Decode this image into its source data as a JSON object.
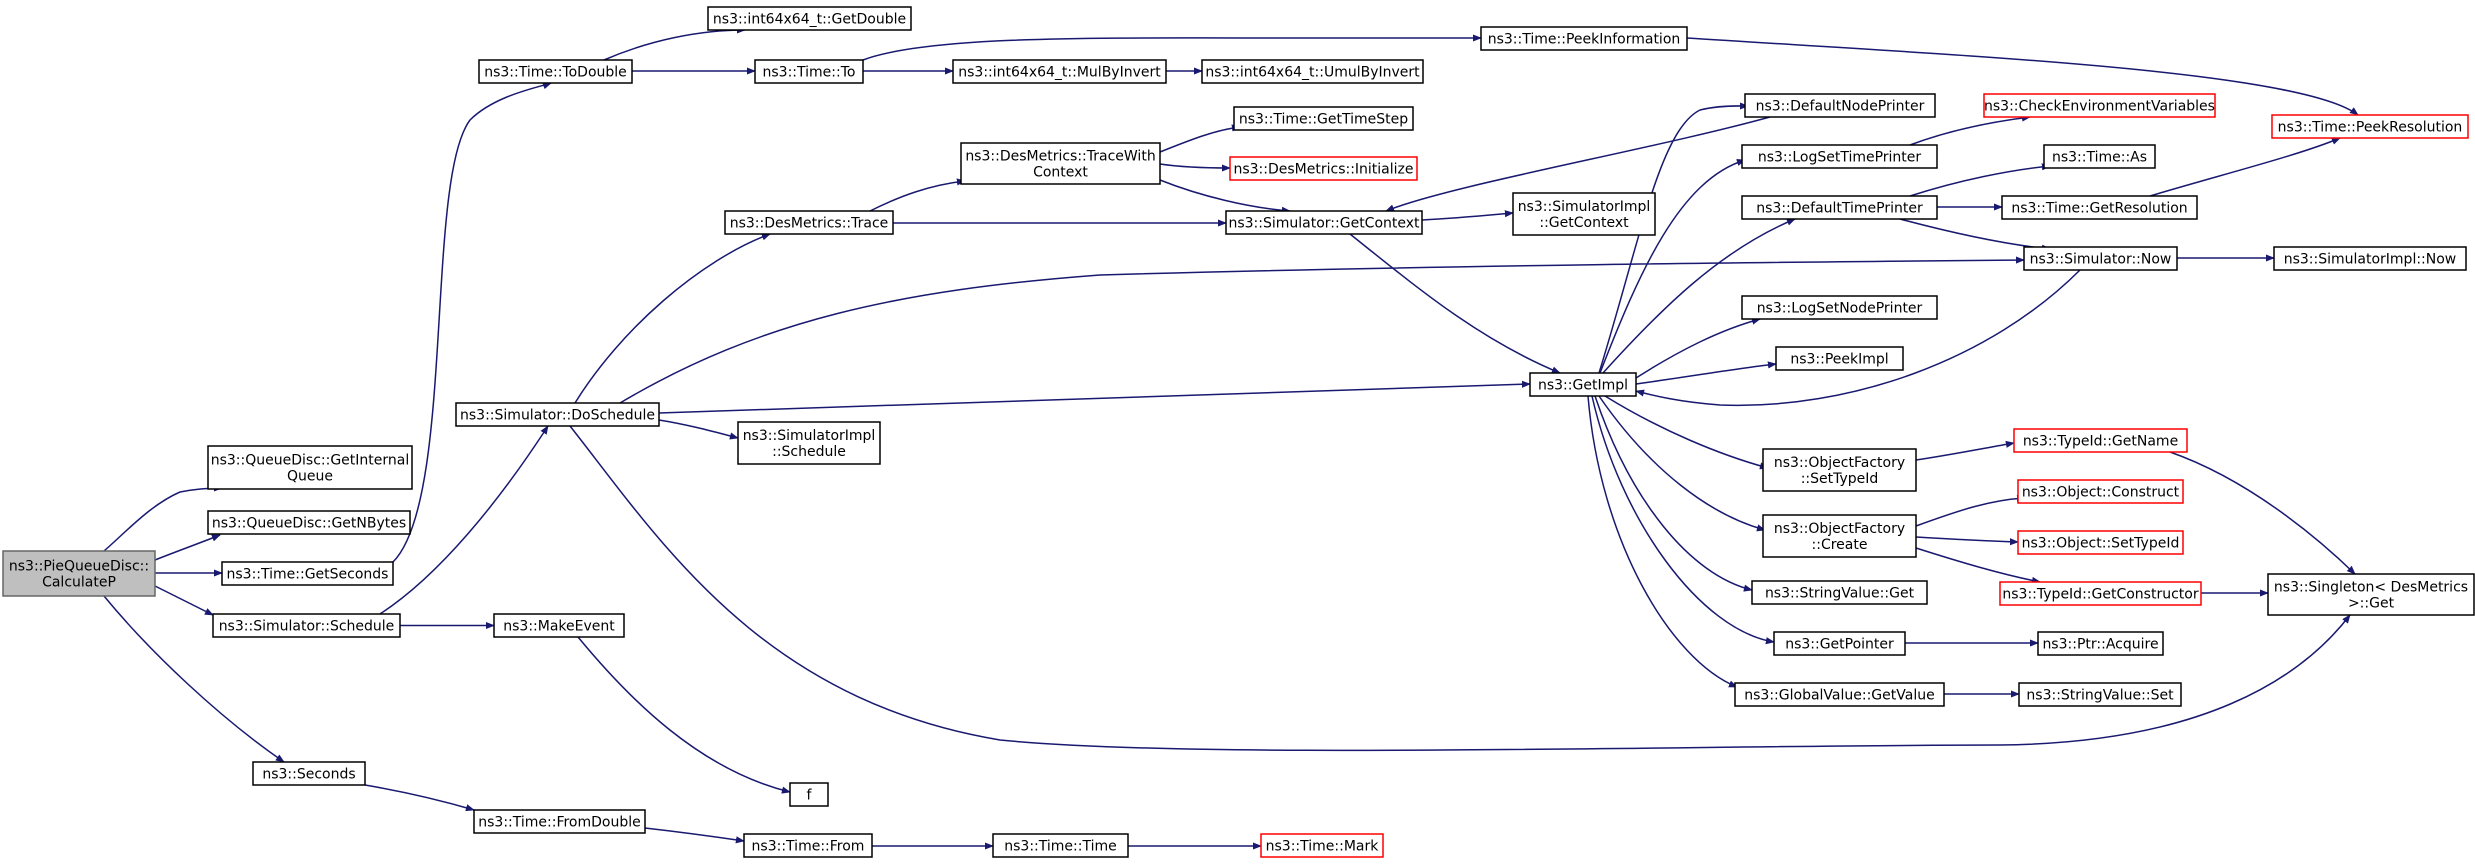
{
  "edge_color": "#191970",
  "highlight_border_color": "#ff0000",
  "root_fill_color": "#bfbfbf",
  "nodes": [
    {
      "id": "calcP",
      "lines": [
        "ns3::PieQueueDisc::",
        "CalculateP"
      ],
      "style": "root"
    },
    {
      "id": "getInternal",
      "lines": [
        "ns3::QueueDisc::GetInternal",
        "Queue"
      ],
      "style": "normal"
    },
    {
      "id": "getNBytes",
      "lines": [
        "ns3::QueueDisc::GetNBytes"
      ],
      "style": "normal"
    },
    {
      "id": "getSeconds",
      "lines": [
        "ns3::Time::GetSeconds"
      ],
      "style": "normal"
    },
    {
      "id": "schedule",
      "lines": [
        "ns3::Simulator::Schedule"
      ],
      "style": "normal"
    },
    {
      "id": "seconds",
      "lines": [
        "ns3::Seconds"
      ],
      "style": "normal"
    },
    {
      "id": "toDouble",
      "lines": [
        "ns3::Time::ToDouble"
      ],
      "style": "normal"
    },
    {
      "id": "doSchedule",
      "lines": [
        "ns3::Simulator::DoSchedule"
      ],
      "style": "normal"
    },
    {
      "id": "makeEvent",
      "lines": [
        "ns3::MakeEvent"
      ],
      "style": "normal"
    },
    {
      "id": "fromDouble",
      "lines": [
        "ns3::Time::FromDouble"
      ],
      "style": "normal"
    },
    {
      "id": "i64GetDouble",
      "lines": [
        "ns3::int64x64_t::GetDouble"
      ],
      "style": "normal"
    },
    {
      "id": "timeTo",
      "lines": [
        "ns3::Time::To"
      ],
      "style": "normal"
    },
    {
      "id": "desTrace",
      "lines": [
        "ns3::DesMetrics::Trace"
      ],
      "style": "normal"
    },
    {
      "id": "simImplSchedule",
      "lines": [
        "ns3::SimulatorImpl",
        "::Schedule"
      ],
      "style": "normal"
    },
    {
      "id": "f",
      "lines": [
        "f"
      ],
      "style": "normal"
    },
    {
      "id": "timeFrom",
      "lines": [
        "ns3::Time::From"
      ],
      "style": "normal"
    },
    {
      "id": "peekInfo",
      "lines": [
        "ns3::Time::PeekInformation"
      ],
      "style": "normal"
    },
    {
      "id": "mulByInvert",
      "lines": [
        "ns3::int64x64_t::MulByInvert"
      ],
      "style": "normal"
    },
    {
      "id": "umulByInvert",
      "lines": [
        "ns3::int64x64_t::UmulByInvert"
      ],
      "style": "normal"
    },
    {
      "id": "traceWithContext",
      "lines": [
        "ns3::DesMetrics::TraceWith",
        "Context"
      ],
      "style": "normal"
    },
    {
      "id": "getTimeStep",
      "lines": [
        "ns3::Time::GetTimeStep"
      ],
      "style": "normal"
    },
    {
      "id": "desInit",
      "lines": [
        "ns3::DesMetrics::Initialize"
      ],
      "style": "red"
    },
    {
      "id": "getContext",
      "lines": [
        "ns3::Simulator::GetContext"
      ],
      "style": "normal"
    },
    {
      "id": "simImplGetContext",
      "lines": [
        "ns3::SimulatorImpl",
        "::GetContext"
      ],
      "style": "normal"
    },
    {
      "id": "timeTime",
      "lines": [
        "ns3::Time::Time"
      ],
      "style": "normal"
    },
    {
      "id": "timeMark",
      "lines": [
        "ns3::Time::Mark"
      ],
      "style": "red"
    },
    {
      "id": "getImpl",
      "lines": [
        "ns3::GetImpl"
      ],
      "style": "normal"
    },
    {
      "id": "defNodePrinter",
      "lines": [
        "ns3::DefaultNodePrinter"
      ],
      "style": "normal"
    },
    {
      "id": "logSetTimePrinter",
      "lines": [
        "ns3::LogSetTimePrinter"
      ],
      "style": "normal"
    },
    {
      "id": "defTimePrinter",
      "lines": [
        "ns3::DefaultTimePrinter"
      ],
      "style": "normal"
    },
    {
      "id": "logSetNodePrinter",
      "lines": [
        "ns3::LogSetNodePrinter"
      ],
      "style": "normal"
    },
    {
      "id": "peekImpl",
      "lines": [
        "ns3::PeekImpl"
      ],
      "style": "normal"
    },
    {
      "id": "ofSetTypeId",
      "lines": [
        "ns3::ObjectFactory",
        "::SetTypeId"
      ],
      "style": "normal"
    },
    {
      "id": "ofCreate",
      "lines": [
        "ns3::ObjectFactory",
        "::Create"
      ],
      "style": "normal"
    },
    {
      "id": "stringValueGet",
      "lines": [
        "ns3::StringValue::Get"
      ],
      "style": "normal"
    },
    {
      "id": "getPointer",
      "lines": [
        "ns3::GetPointer"
      ],
      "style": "normal"
    },
    {
      "id": "gvGetValue",
      "lines": [
        "ns3::GlobalValue::GetValue"
      ],
      "style": "normal"
    },
    {
      "id": "checkEnv",
      "lines": [
        "ns3::CheckEnvironmentVariables"
      ],
      "style": "red"
    },
    {
      "id": "timeAs",
      "lines": [
        "ns3::Time::As"
      ],
      "style": "normal"
    },
    {
      "id": "getResolution",
      "lines": [
        "ns3::Time::GetResolution"
      ],
      "style": "normal"
    },
    {
      "id": "simNow",
      "lines": [
        "ns3::Simulator::Now"
      ],
      "style": "normal"
    },
    {
      "id": "typeIdGetName",
      "lines": [
        "ns3::TypeId::GetName"
      ],
      "style": "red"
    },
    {
      "id": "objConstruct",
      "lines": [
        "ns3::Object::Construct"
      ],
      "style": "red"
    },
    {
      "id": "objSetTypeId",
      "lines": [
        "ns3::Object::SetTypeId"
      ],
      "style": "red"
    },
    {
      "id": "typeIdGetCtor",
      "lines": [
        "ns3::TypeId::GetConstructor"
      ],
      "style": "red"
    },
    {
      "id": "ptrAcquire",
      "lines": [
        "ns3::Ptr::Acquire"
      ],
      "style": "normal"
    },
    {
      "id": "stringValueSet",
      "lines": [
        "ns3::StringValue::Set"
      ],
      "style": "normal"
    },
    {
      "id": "peekResolution",
      "lines": [
        "ns3::Time::PeekResolution"
      ],
      "style": "red"
    },
    {
      "id": "simImplNow",
      "lines": [
        "ns3::SimulatorImpl::Now"
      ],
      "style": "normal"
    },
    {
      "id": "singletonGet",
      "lines": [
        "ns3::Singleton< DesMetrics",
        ">::Get"
      ],
      "style": "normal"
    }
  ],
  "edges": [
    [
      "calcP",
      "getInternal"
    ],
    [
      "calcP",
      "getNBytes"
    ],
    [
      "calcP",
      "getSeconds"
    ],
    [
      "calcP",
      "schedule"
    ],
    [
      "calcP",
      "seconds"
    ],
    [
      "getSeconds",
      "toDouble"
    ],
    [
      "toDouble",
      "i64GetDouble"
    ],
    [
      "toDouble",
      "timeTo"
    ],
    [
      "timeTo",
      "peekInfo"
    ],
    [
      "timeTo",
      "mulByInvert"
    ],
    [
      "mulByInvert",
      "umulByInvert"
    ],
    [
      "peekInfo",
      "peekResolution"
    ],
    [
      "schedule",
      "doSchedule"
    ],
    [
      "schedule",
      "makeEvent"
    ],
    [
      "makeEvent",
      "f"
    ],
    [
      "seconds",
      "fromDouble"
    ],
    [
      "fromDouble",
      "timeFrom"
    ],
    [
      "timeFrom",
      "timeTime"
    ],
    [
      "timeTime",
      "timeMark"
    ],
    [
      "doSchedule",
      "desTrace"
    ],
    [
      "doSchedule",
      "simNow"
    ],
    [
      "doSchedule",
      "getImpl"
    ],
    [
      "doSchedule",
      "simImplSchedule"
    ],
    [
      "doSchedule",
      "singletonGet"
    ],
    [
      "desTrace",
      "traceWithContext"
    ],
    [
      "desTrace",
      "getContext"
    ],
    [
      "traceWithContext",
      "getTimeStep"
    ],
    [
      "traceWithContext",
      "desInit"
    ],
    [
      "traceWithContext",
      "getContext"
    ],
    [
      "getContext",
      "simImplGetContext"
    ],
    [
      "getContext",
      "getImpl"
    ],
    [
      "defNodePrinter",
      "getContext"
    ],
    [
      "getImpl",
      "defNodePrinter"
    ],
    [
      "getImpl",
      "logSetTimePrinter"
    ],
    [
      "getImpl",
      "defTimePrinter"
    ],
    [
      "getImpl",
      "logSetNodePrinter"
    ],
    [
      "getImpl",
      "peekImpl"
    ],
    [
      "getImpl",
      "ofSetTypeId"
    ],
    [
      "getImpl",
      "ofCreate"
    ],
    [
      "getImpl",
      "stringValueGet"
    ],
    [
      "getImpl",
      "getPointer"
    ],
    [
      "getImpl",
      "gvGetValue"
    ],
    [
      "logSetTimePrinter",
      "checkEnv"
    ],
    [
      "defTimePrinter",
      "timeAs"
    ],
    [
      "defTimePrinter",
      "getResolution"
    ],
    [
      "defTimePrinter",
      "simNow"
    ],
    [
      "getResolution",
      "peekResolution"
    ],
    [
      "simNow",
      "simImplNow"
    ],
    [
      "simNow",
      "getImpl"
    ],
    [
      "ofSetTypeId",
      "typeIdGetName"
    ],
    [
      "typeIdGetName",
      "singletonGet"
    ],
    [
      "ofCreate",
      "objConstruct"
    ],
    [
      "ofCreate",
      "objSetTypeId"
    ],
    [
      "ofCreate",
      "typeIdGetCtor"
    ],
    [
      "typeIdGetCtor",
      "singletonGet"
    ],
    [
      "getPointer",
      "ptrAcquire"
    ],
    [
      "gvGetValue",
      "stringValueSet"
    ]
  ]
}
